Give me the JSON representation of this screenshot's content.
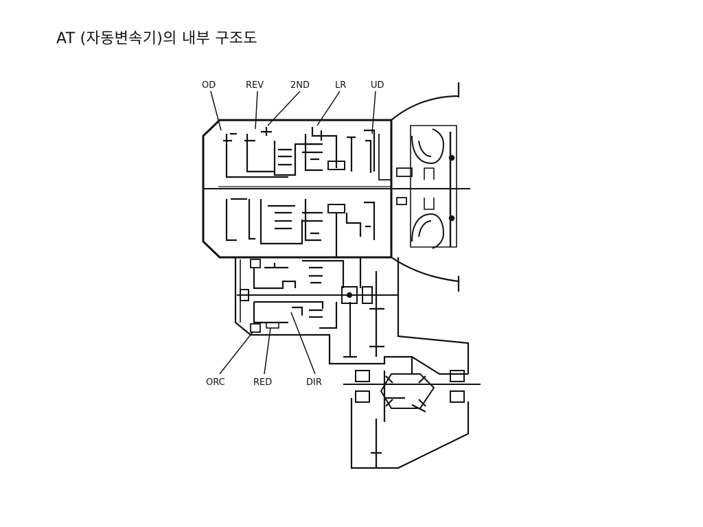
{
  "slide": {
    "title": "AT (자동변속기)의 내부 구조도"
  },
  "diagram": {
    "labels": {
      "od": "OD",
      "rev": "REV",
      "second": "2ND",
      "lr": "LR",
      "ud": "UD",
      "orc": "ORC",
      "red": "RED",
      "dir": "DIR"
    }
  }
}
